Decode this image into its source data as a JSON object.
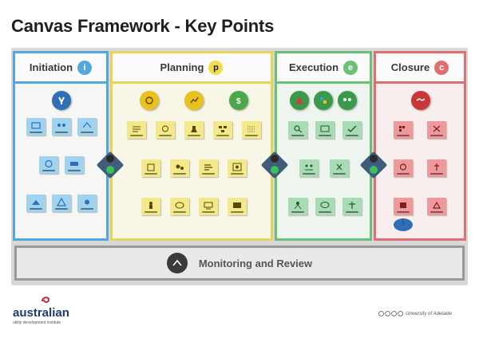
{
  "title": "Canvas Framework - Key Points",
  "phases": [
    {
      "name": "Initiation",
      "letter": "i"
    },
    {
      "name": "Planning",
      "letter": "p"
    },
    {
      "name": "Execution",
      "letter": "e"
    },
    {
      "name": "Closure",
      "letter": "c"
    }
  ],
  "monitoring_label": "Monitoring and Review",
  "footer": {
    "logo_text": "australian",
    "logo_subtext": "utility development institute",
    "credit": "University of Adelaide"
  },
  "colors": {
    "initiation": "#53a7dc",
    "planning": "#e7d55a",
    "execution": "#6bbf77",
    "closure": "#e07070"
  }
}
